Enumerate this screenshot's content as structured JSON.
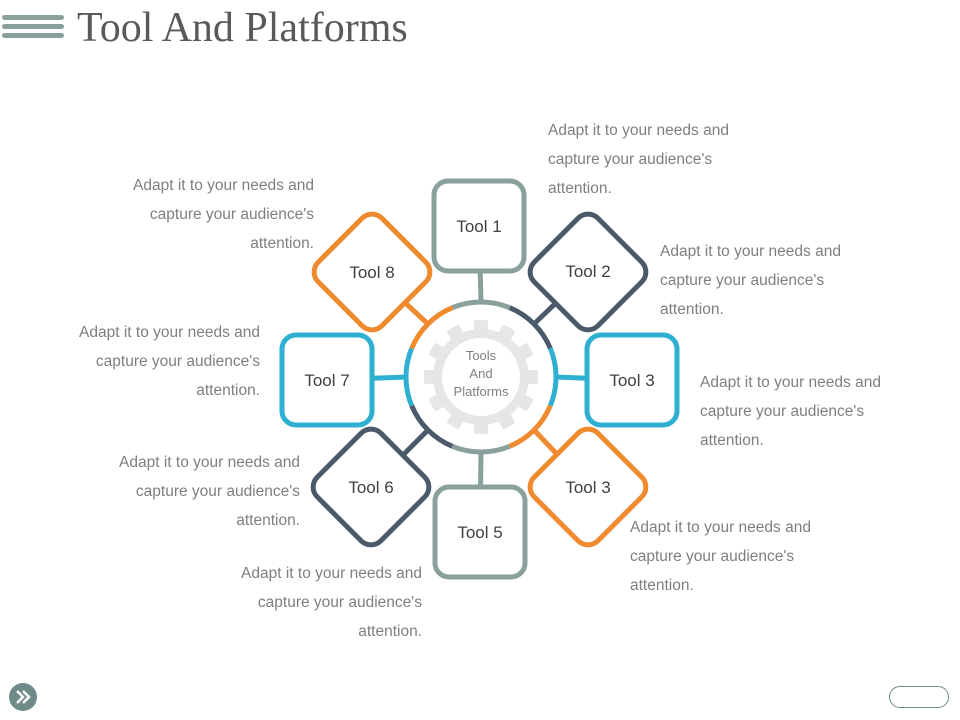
{
  "slide": {
    "title": "Tool And Platforms",
    "hub_label_lines": [
      "Tools",
      "And",
      "Platforms"
    ],
    "colors": {
      "gray": "#8aa09d",
      "slate": "#4b5a6a",
      "blue": "#2fb0d2",
      "orange": "#f08a2e",
      "gear": "#e6e6e6"
    },
    "tools": [
      {
        "label": "Tool 1",
        "color": "gray"
      },
      {
        "label": "Tool 2",
        "color": "slate"
      },
      {
        "label": "Tool 3",
        "color": "blue"
      },
      {
        "label": "Tool 3",
        "color": "orange"
      },
      {
        "label": "Tool 5",
        "color": "gray"
      },
      {
        "label": "Tool 6",
        "color": "slate"
      },
      {
        "label": "Tool 7",
        "color": "blue"
      },
      {
        "label": "Tool 8",
        "color": "orange"
      }
    ],
    "descriptions": [
      {
        "lines": [
          "Adapt it to your needs and",
          "capture your audience's",
          "attention."
        ]
      },
      {
        "lines": [
          "Adapt it to your needs and",
          "capture your audience's",
          "attention."
        ]
      },
      {
        "lines": [
          "Adapt it to your needs and",
          "capture your audience's",
          "attention."
        ]
      },
      {
        "lines": [
          "Adapt it to your needs and",
          "capture your audience's",
          "attention."
        ]
      },
      {
        "lines": [
          "Adapt it to your needs and",
          "capture your audience's",
          "attention."
        ]
      },
      {
        "lines": [
          "Adapt it to your needs and",
          "capture your audience's",
          "attention."
        ]
      },
      {
        "lines": [
          "Adapt it to your needs and",
          "capture your audience's",
          "attention."
        ]
      },
      {
        "lines": [
          "Adapt it to your needs and",
          "capture your audience's",
          "attention."
        ]
      }
    ],
    "icons": {
      "menu": "menu-icon",
      "next": "next-arrow-icon"
    }
  }
}
